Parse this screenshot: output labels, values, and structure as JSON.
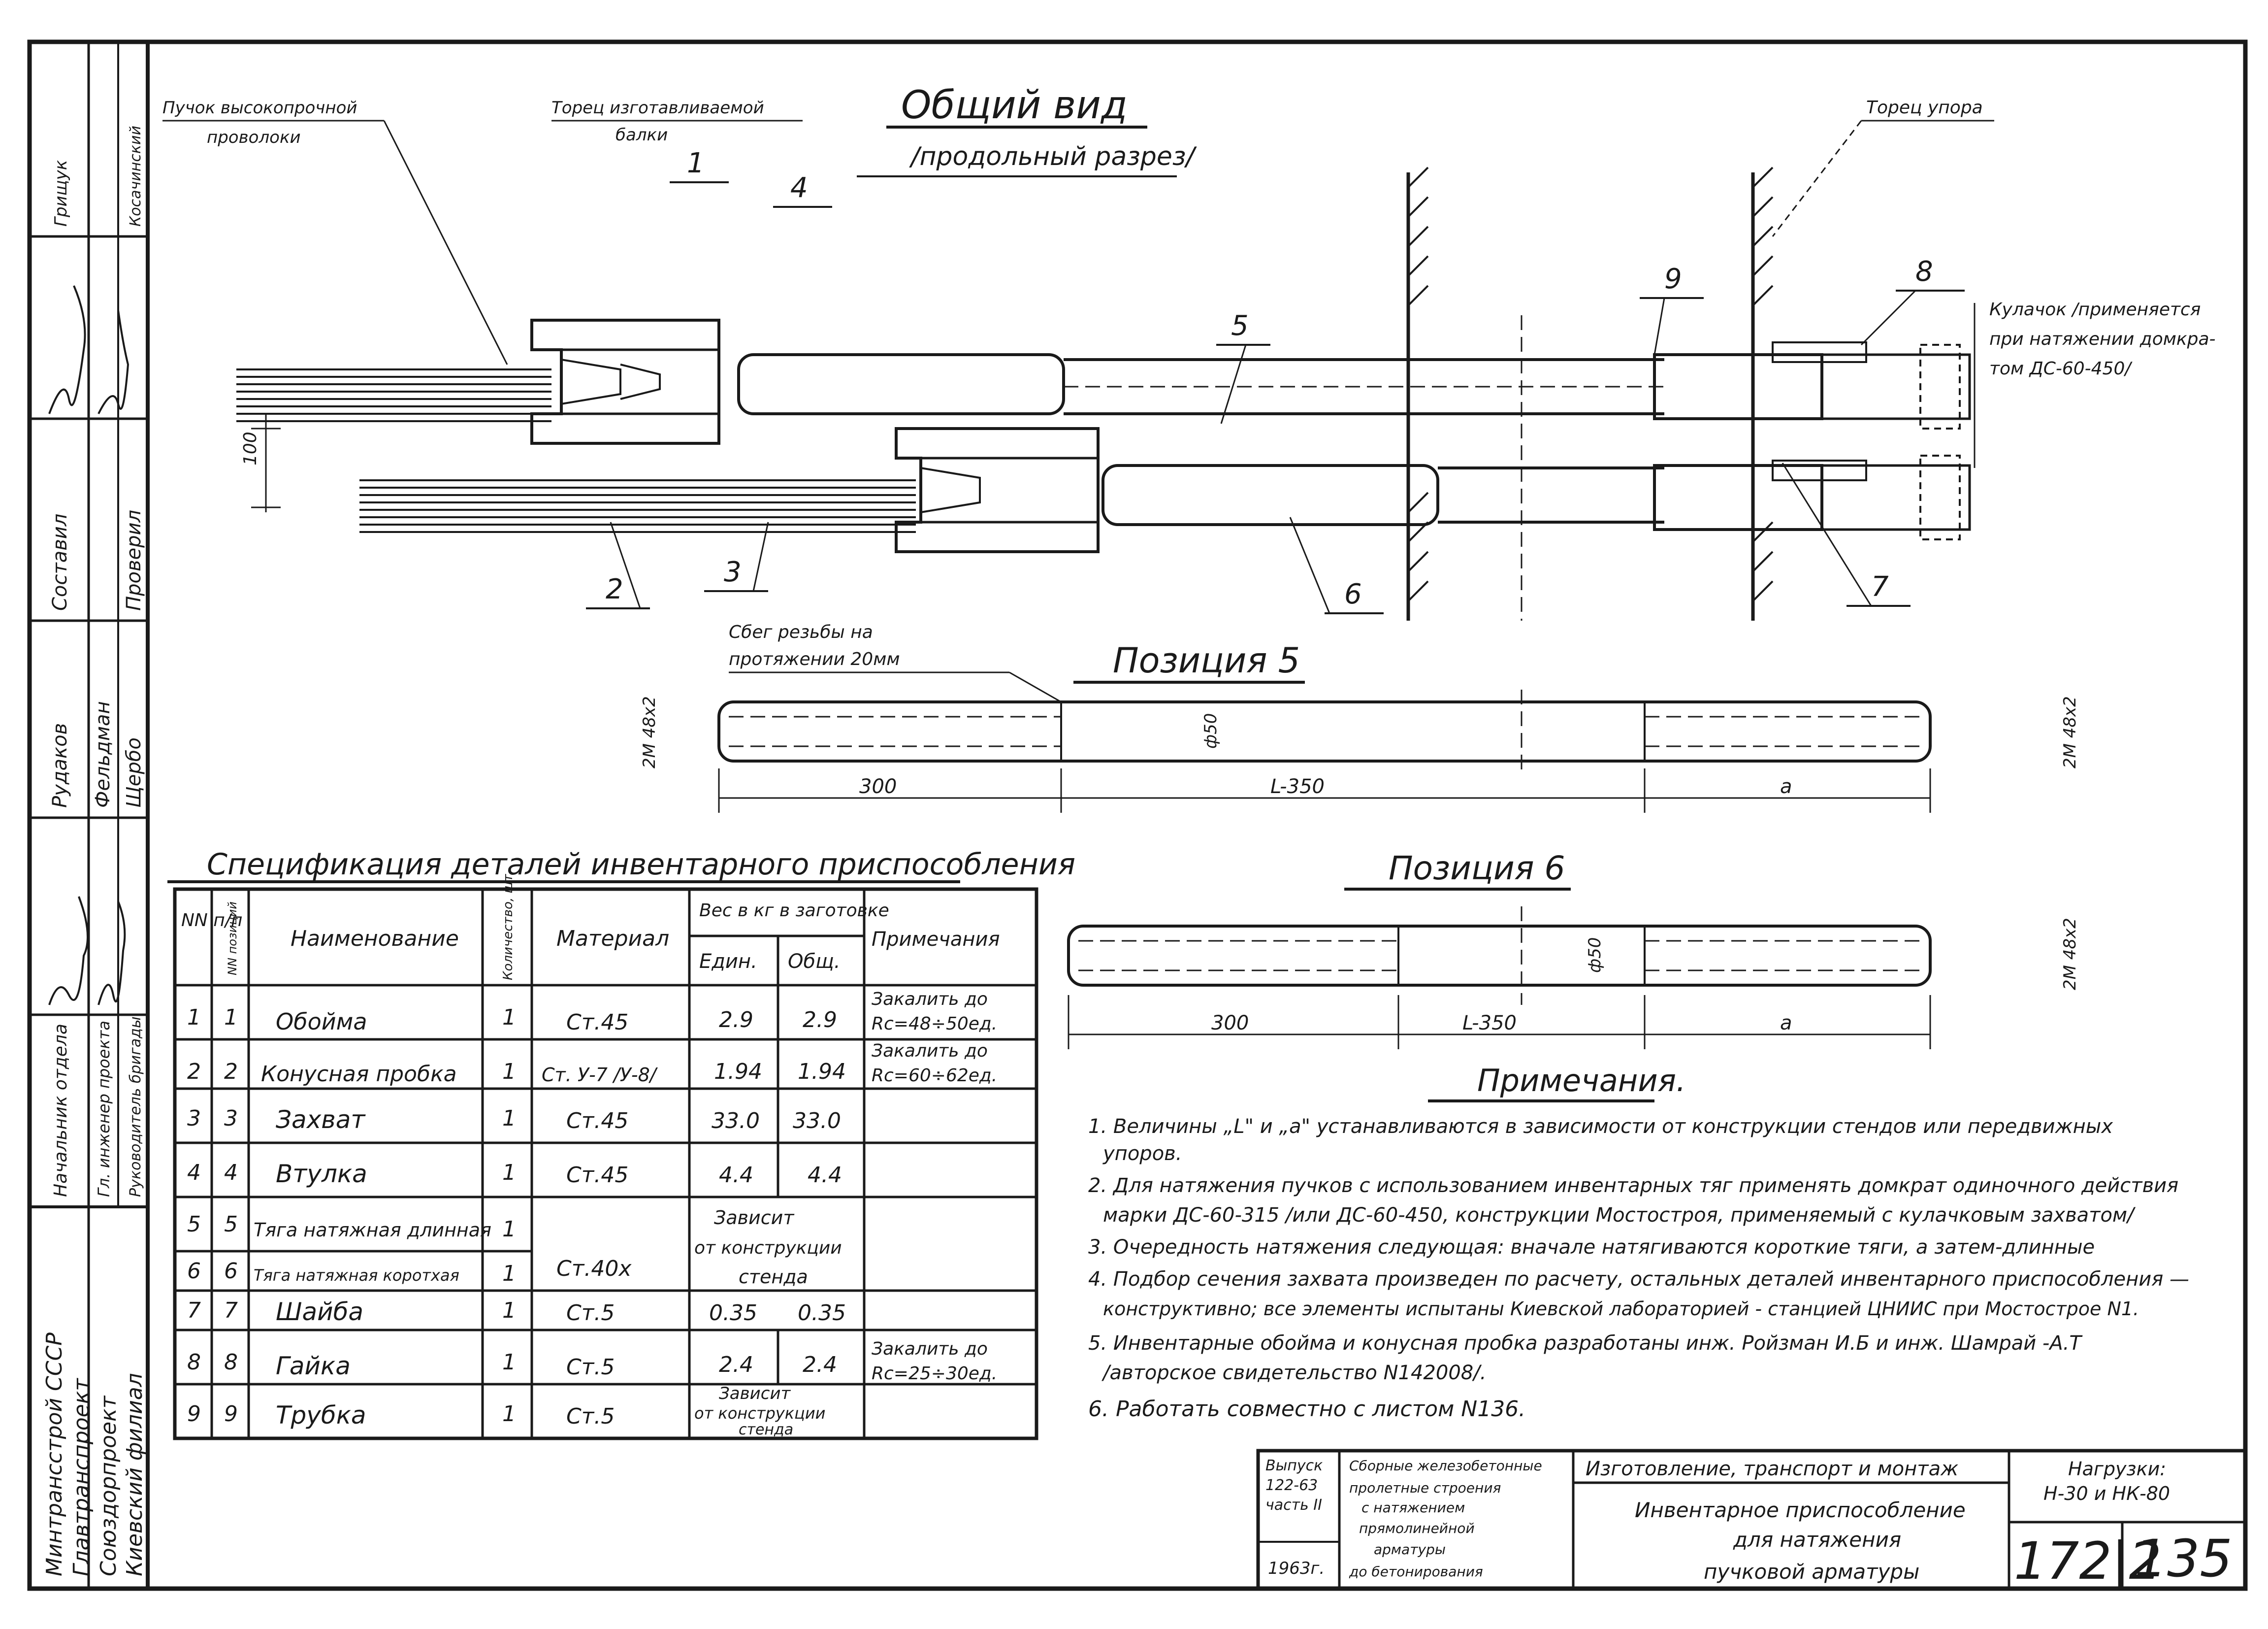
{
  "title_block_left": {
    "org": [
      "Минтрансстрой СССР",
      "Главтранспроект",
      "Союздорпроект",
      "Киевский филиал"
    ],
    "roles": [
      "Начальник отдела",
      "Гл. инженер проекта",
      "Руководитель бригады",
      "Составил",
      "Проверил"
    ],
    "names": [
      "Рудаков",
      "Фельдман",
      "Щербо",
      "Грищук",
      "Косачинский"
    ]
  },
  "general_view": {
    "title": "Общий вид",
    "subtitle": "/продольный разрез/",
    "callouts": {
      "bundle": [
        "Пучок высокопрочной",
        "проволоки"
      ],
      "beam_end": [
        "Торец изготавливаемой",
        "балки"
      ],
      "stop_end": "Торец упора",
      "cam": [
        "Кулачок /применяется",
        "при натяжении домкра-",
        "том ДС-60-450/"
      ]
    },
    "positions": [
      "1",
      "4",
      "5",
      "9",
      "8",
      "2",
      "3",
      "6",
      "7"
    ],
    "dim_100": "100"
  },
  "pos5": {
    "title": "Позиция 5",
    "note": [
      "Сбег резьбы на",
      "протяжении 20мм"
    ],
    "dims": [
      "300",
      "L-350",
      "a"
    ],
    "diam": "ф50",
    "thread": "2М 48х2"
  },
  "pos6": {
    "title": "Позиция 6",
    "dims": [
      "300",
      "L-350",
      "a"
    ],
    "diam": "ф50",
    "thread": "2М 48х2"
  },
  "spec": {
    "title": "Спецификация деталей инвентарного приспособления",
    "headers": {
      "nn": "NN п/п",
      "pos": "NN позиций",
      "name": "Наименование",
      "qty": "Количество, шт.",
      "material": "Материал",
      "weight": "Вес в кг в заготовке",
      "unit": "Един.",
      "total": "Общ.",
      "notes": "Примечания"
    },
    "rows": [
      {
        "nn": "1",
        "pos": "1",
        "name": "Обойма",
        "qty": "1",
        "mat": "Ст.45",
        "unit": "2.9",
        "total": "2.9",
        "note": [
          "Закалить до",
          "Rc=48÷50ед."
        ]
      },
      {
        "nn": "2",
        "pos": "2",
        "name": "Конусная пробка",
        "qty": "1",
        "mat": "Ст. У-7 /У-8/",
        "unit": "1.94",
        "total": "1.94",
        "note": [
          "Закалить до",
          "Rc=60÷62ед."
        ]
      },
      {
        "nn": "3",
        "pos": "3",
        "name": "Захват",
        "qty": "1",
        "mat": "Ст.45",
        "unit": "33.0",
        "total": "33.0",
        "note": []
      },
      {
        "nn": "4",
        "pos": "4",
        "name": "Втулка",
        "qty": "1",
        "mat": "Ст.45",
        "unit": "4.4",
        "total": "4.4",
        "note": []
      },
      {
        "nn": "5",
        "pos": "5",
        "name": "Тяга натяжная длинная",
        "qty": "1",
        "mat": "Ст.40х",
        "unit": "",
        "total": "",
        "note": []
      },
      {
        "nn": "6",
        "pos": "6",
        "name": "Тяга натяжная коротхая",
        "qty": "1",
        "mat": "",
        "unit": "",
        "total": "",
        "note": []
      },
      {
        "nn": "7",
        "pos": "7",
        "name": "Шайба",
        "qty": "1",
        "mat": "Ст.5",
        "unit": "0.35",
        "total": "0.35",
        "note": []
      },
      {
        "nn": "8",
        "pos": "8",
        "name": "Гайка",
        "qty": "1",
        "mat": "Ст.5",
        "unit": "2.4",
        "total": "2.4",
        "note": [
          "Закалить до",
          "Rc=25÷30ед."
        ]
      },
      {
        "nn": "9",
        "pos": "9",
        "name": "Трубка",
        "qty": "1",
        "mat": "Ст.5",
        "unit": "",
        "total": "",
        "note": []
      }
    ],
    "merged_56": [
      "Зависит",
      "от конструкции",
      "стенда"
    ],
    "merged_9": [
      "Зависит",
      "от конструкции",
      "стенда"
    ]
  },
  "notes": {
    "title": "Примечания.",
    "lines": [
      "1. Величины „L\" и „а\" устанавливаются в зависимости от конструкции стендов или передвижных",
      "упоров.",
      "2. Для натяжения пучков с использованием инвентарных тяг применять домкрат одиночного действия",
      "марки ДС-60-315 /или ДС-60-450, конструкции Мостостроя, применяемый с кулачковым захватом/",
      "3. Очередность натяжения следующая: вначале натягиваются короткие тяги, а затем-длинные",
      "4. Подбор сечения захвата произведен по расчету, остальных деталей инвентарного приспособления —",
      "конструктивно; все элементы испытаны Киевской лабораторией - станцией ЦНИИС при Мостострое N1.",
      "5. Инвентарные обойма и конусная пробка разработаны инж. Ройзман И.Б и инж. Шамрай -А.Т",
      "/авторское свидетельство N142008/.",
      "6. Работать совместно с листом N136."
    ]
  },
  "stamp": {
    "issue": [
      "Выпуск",
      "122-63",
      "часть II"
    ],
    "year": "1963г.",
    "series": [
      "Сборные железобетонные",
      "пролетные строения",
      "с натяжением",
      "прямолинейной",
      "арматуры",
      "до бетонирования"
    ],
    "section": "Изготовление, транспорт и монтаж",
    "sheet_title": [
      "Инвентарное приспособление",
      "для натяжения",
      "пучковой арматуры"
    ],
    "loads": [
      "Нагрузки:",
      "Н-30 и НК-80"
    ],
    "code": "172|2",
    "sheet": "135"
  }
}
